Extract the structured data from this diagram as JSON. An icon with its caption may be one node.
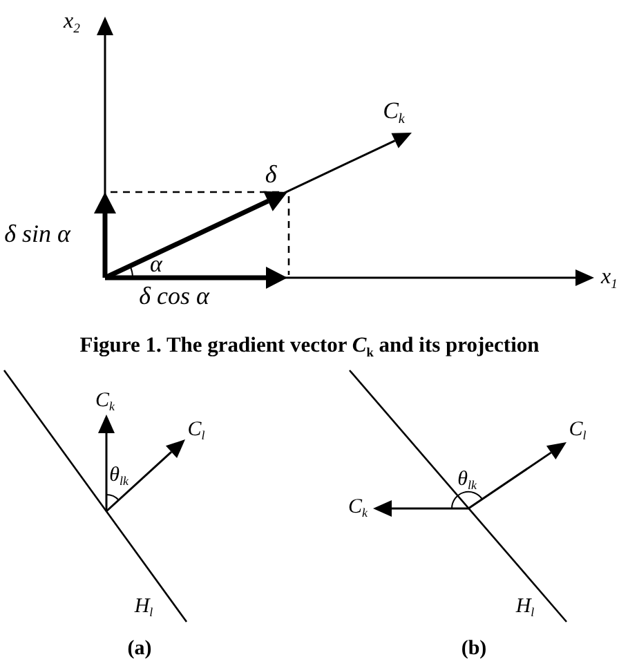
{
  "diagram": {
    "caption": "Figure 1. The gradient vector *C*$_{k}$ and its projection",
    "labels": [
      "x$_{2}$",
      "C$_{k}$",
      "δ",
      "δ sin α",
      "α",
      "δ cos α",
      "x$_{1}$",
      "C$_{k}$",
      "C$_{l}$",
      "θ$_{lk}$",
      "H$_{l}$",
      "(a)",
      "C$_{l}$",
      "θ$_{lk}$",
      "C$_{k}$",
      "H$_{l}$",
      "(b)"
    ]
  }
}
